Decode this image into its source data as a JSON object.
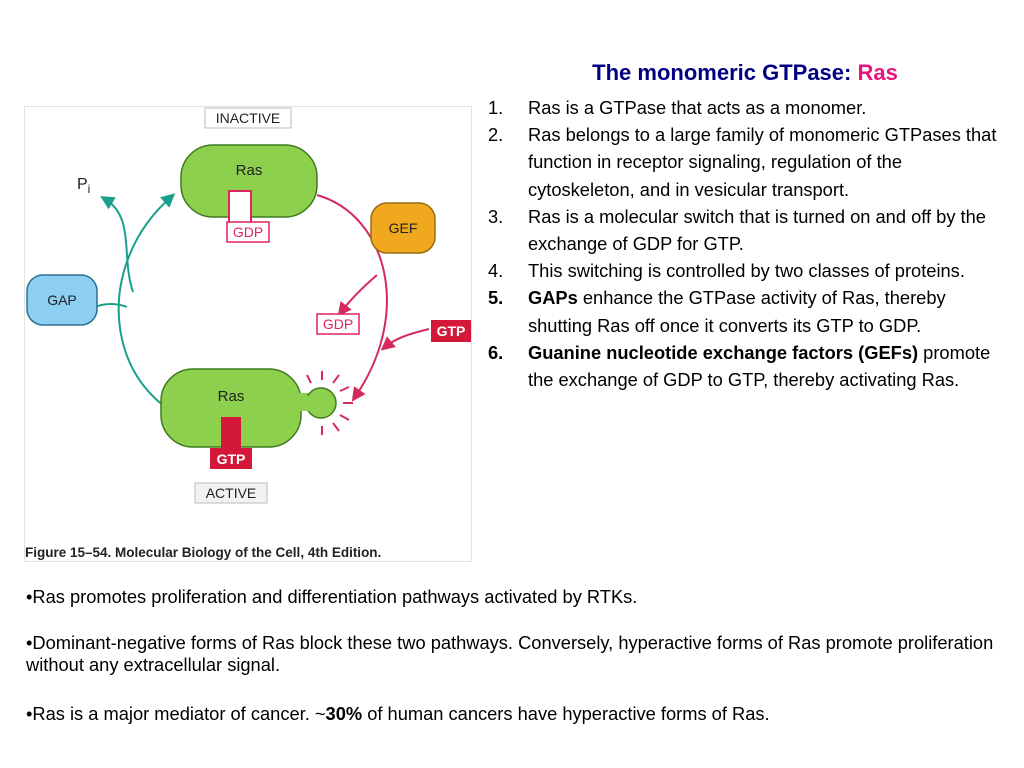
{
  "figure": {
    "label_inactive": "INACTIVE",
    "label_active": "ACTIVE",
    "ras_top": "Ras",
    "ras_bottom": "Ras",
    "gdp_bound": "GDP",
    "gtp_bound": "GTP",
    "gdp_released": "GDP",
    "gtp_incoming": "GTP",
    "gef": "GEF",
    "gap": "GAP",
    "pi_main": "P",
    "pi_sub": "i",
    "caption": "Figure 15–54. Molecular Biology of the Cell, 4th Edition.",
    "colors": {
      "ras_fill": "#8dd04e",
      "ras_stroke": "#3f7a1f",
      "gef_fill": "#f0a81e",
      "gap_fill": "#8ccff0",
      "gdp_red": "#e0245e",
      "gtp_red": "#d4183a",
      "teal_arrow": "#1aa08a",
      "pink_arrow": "#d42a5c"
    }
  },
  "title": {
    "main": "The monomeric GTPase: ",
    "highlight": "Ras"
  },
  "points": [
    {
      "num": "1.",
      "text": "Ras is a GTPase that acts as a monomer."
    },
    {
      "num": "2.",
      "text": "Ras belongs to a large family of monomeric GTPases that function in receptor signaling, regulation of the cytoskeleton, and in vesicular transport."
    },
    {
      "num": "3.",
      "text": "Ras is a molecular switch that is turned on and off by the exchange of GDP for GTP."
    },
    {
      "num": "4.",
      "text": "This switching is controlled by two classes of proteins."
    },
    {
      "num": "5.",
      "bold": "GAPs",
      "text": " enhance the GTPase activity of Ras, thereby shutting Ras off once it converts its GTP to GDP."
    },
    {
      "num": "6.",
      "bold": "Guanine nucleotide exchange factors (GEFs)",
      "text": " promote the exchange of GDP to GTP, thereby activating Ras."
    }
  ],
  "bullets": [
    {
      "text": "•Ras promotes proliferation and differentiation pathways activated by RTKs."
    },
    {
      "text": "•Dominant-negative forms of Ras block these two pathways.  Conversely, hyperactive forms of Ras promote proliferation without any extracellular signal."
    },
    {
      "pre": "•Ras is a major mediator of cancer. ~",
      "bold": "30%",
      "post": " of human cancers have hyperactive forms of Ras."
    }
  ]
}
